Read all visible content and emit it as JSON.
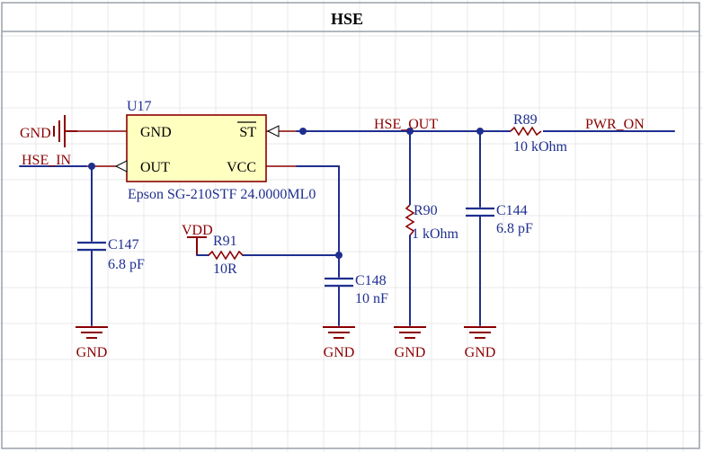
{
  "title": "HSE",
  "colors": {
    "wire": "#1f2f8f",
    "component": "#8b0000",
    "body_fill": "#ffffc0",
    "text_label": "#1f2f8f",
    "text_part": "#8b0000"
  },
  "ic": {
    "designator": "U17",
    "value": "Epson SG-210STF 24.0000ML0",
    "pins": {
      "gnd": "GND",
      "st": "ST",
      "out": "OUT",
      "vcc": "VCC"
    }
  },
  "nets": {
    "hse_in": "HSE_IN",
    "hse_out": "HSE_OUT",
    "pwr_on": "PWR_ON",
    "gnd_left": "GND",
    "vdd": "VDD"
  },
  "components": {
    "r89": {
      "ref": "R89",
      "value": "10 kOhm"
    },
    "r90": {
      "ref": "R90",
      "value": "1 kOhm"
    },
    "r91": {
      "ref": "R91",
      "value": "10R"
    },
    "c144": {
      "ref": "C144",
      "value": "6.8 pF"
    },
    "c147": {
      "ref": "C147",
      "value": "6.8 pF"
    },
    "c148": {
      "ref": "C148",
      "value": "10 nF"
    }
  },
  "grounds": [
    "GND",
    "GND",
    "GND",
    "GND"
  ]
}
